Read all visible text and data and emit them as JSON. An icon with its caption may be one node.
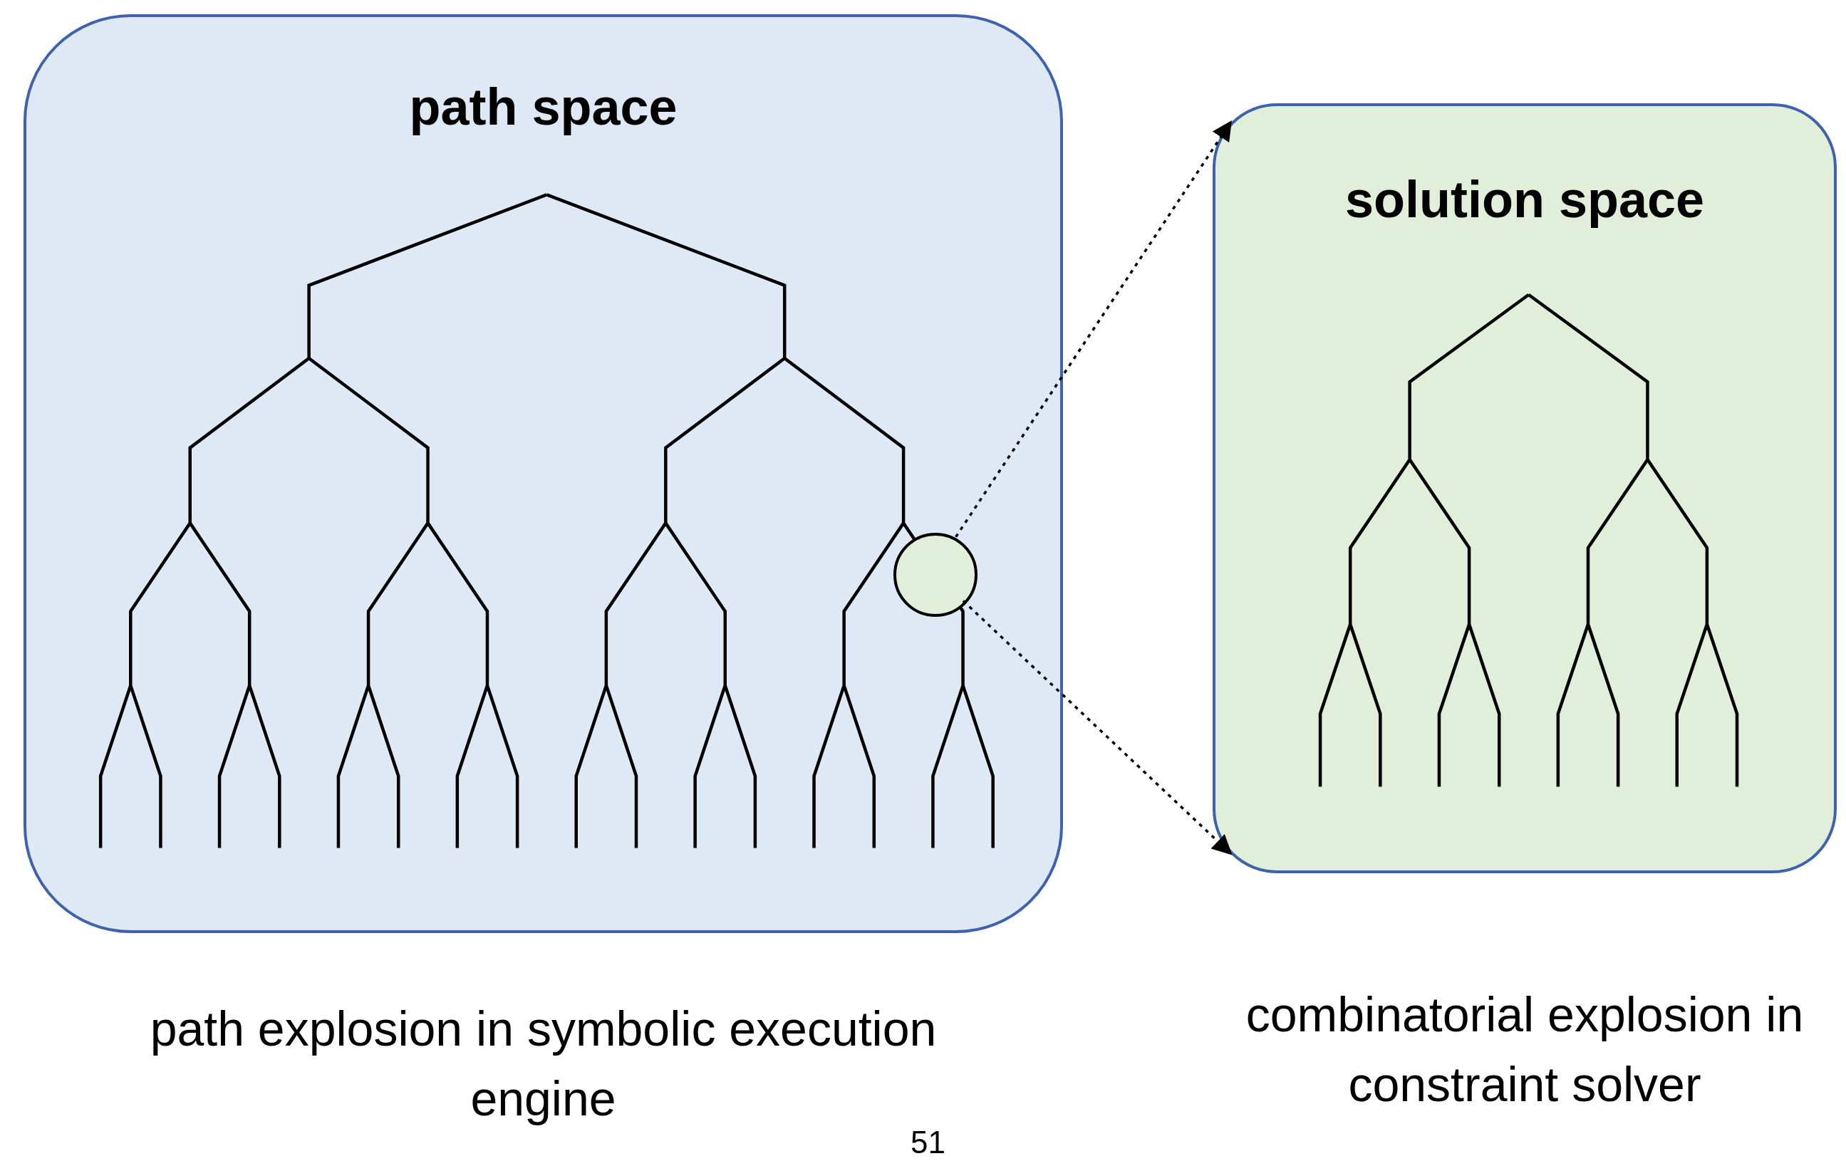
{
  "diagram": {
    "nodes": [
      {
        "text": [
          "path space"
        ],
        "beside": [
          "path explosion in symbolic execution engine"
        ]
      },
      {
        "text": [
          "solution space"
        ],
        "beside": [
          "combinatorial explosion in constraint solver"
        ]
      },
      {
        "text": [],
        "shape": "circle",
        "in": 0
      }
    ],
    "edges": [
      {
        "from": 2,
        "to": 1,
        "arrow": "to",
        "style": "dashed"
      },
      {
        "from": 2,
        "to": 1,
        "arrow": "to",
        "style": "dashed"
      }
    ],
    "labels": [
      "51"
    ]
  }
}
